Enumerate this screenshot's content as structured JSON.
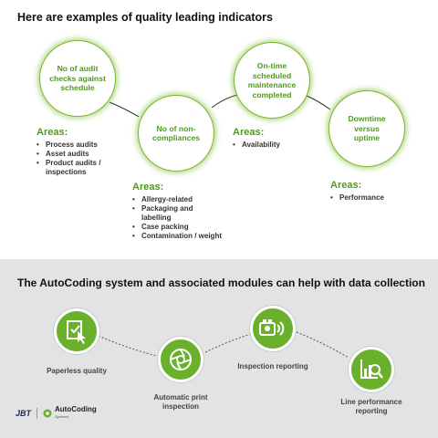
{
  "top": {
    "title": "Here are examples of quality leading indicators",
    "areas_heading": "Areas:",
    "indicators": [
      {
        "label": "No of audit checks against schedule",
        "areas": [
          "Process audits",
          "Asset audits",
          "Product audits / inspections"
        ]
      },
      {
        "label": "No of non-compliances",
        "areas": [
          "Allergy-related",
          "Packaging and labelling",
          "Case packing",
          "Contamination / weight"
        ]
      },
      {
        "label": "On-time scheduled maintenance completed",
        "areas": [
          "Availability"
        ]
      },
      {
        "label": "Downtime versus uptime",
        "areas": [
          "Performance"
        ]
      }
    ]
  },
  "bottom": {
    "title": "The AutoCoding system and associated modules can help with data collection",
    "modules": [
      {
        "label": "Paperless quality",
        "icon": "checklist-cursor-icon"
      },
      {
        "label": "Automatic print inspection",
        "icon": "aperture-icon"
      },
      {
        "label": "Inspection reporting",
        "icon": "camera-magnet-icon"
      },
      {
        "label": "Line performance reporting",
        "icon": "chart-magnifier-icon"
      }
    ]
  },
  "footer": {
    "logo_left": "JBT",
    "logo_right": "AutoCoding",
    "logo_right_sub": "Systems"
  },
  "colors": {
    "accent": "#76b82a",
    "accent_dark": "#4f9a1c",
    "band": "#e2e3e3"
  }
}
